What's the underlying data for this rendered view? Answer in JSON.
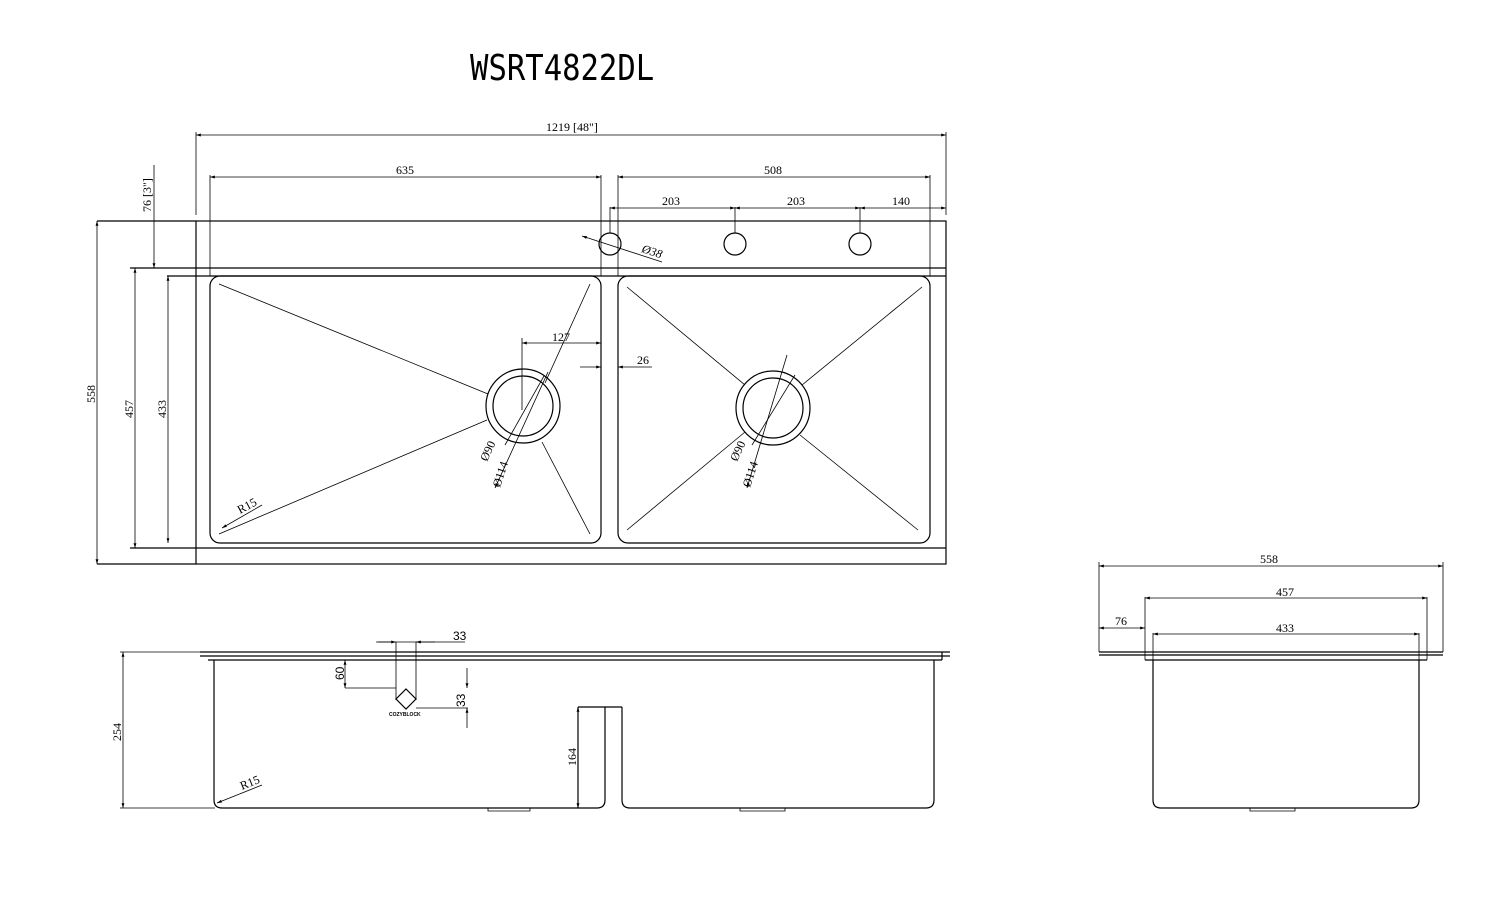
{
  "title": "WSRT4822DL",
  "top_view": {
    "overall_width": "1219 [48\"]",
    "left_bowl_width": "635",
    "right_bowl_width": "508",
    "hole_spacing_1": "203",
    "hole_spacing_2": "203",
    "hole_edge": "140",
    "deck_depth": "76 [3\"]",
    "hole_dia": "Ø38",
    "drain_offset": "127",
    "divider": "26",
    "overall_depth": "558",
    "depth_457": "457",
    "depth_433": "433",
    "drain_left_inner": "Ø90",
    "drain_left_outer": "Ø114",
    "drain_right_inner": "Ø90",
    "drain_right_outer": "Ø114",
    "corner_radius": "R15"
  },
  "front_view": {
    "height": "254",
    "divider_height": "164",
    "clip_width": "33",
    "clip_drop": "60",
    "clip_height": "33",
    "corner_radius": "R15",
    "logo": "COZYBLOCK"
  },
  "side_view": {
    "overall": "558",
    "width_457": "457",
    "width_433": "433",
    "deck": "76"
  }
}
